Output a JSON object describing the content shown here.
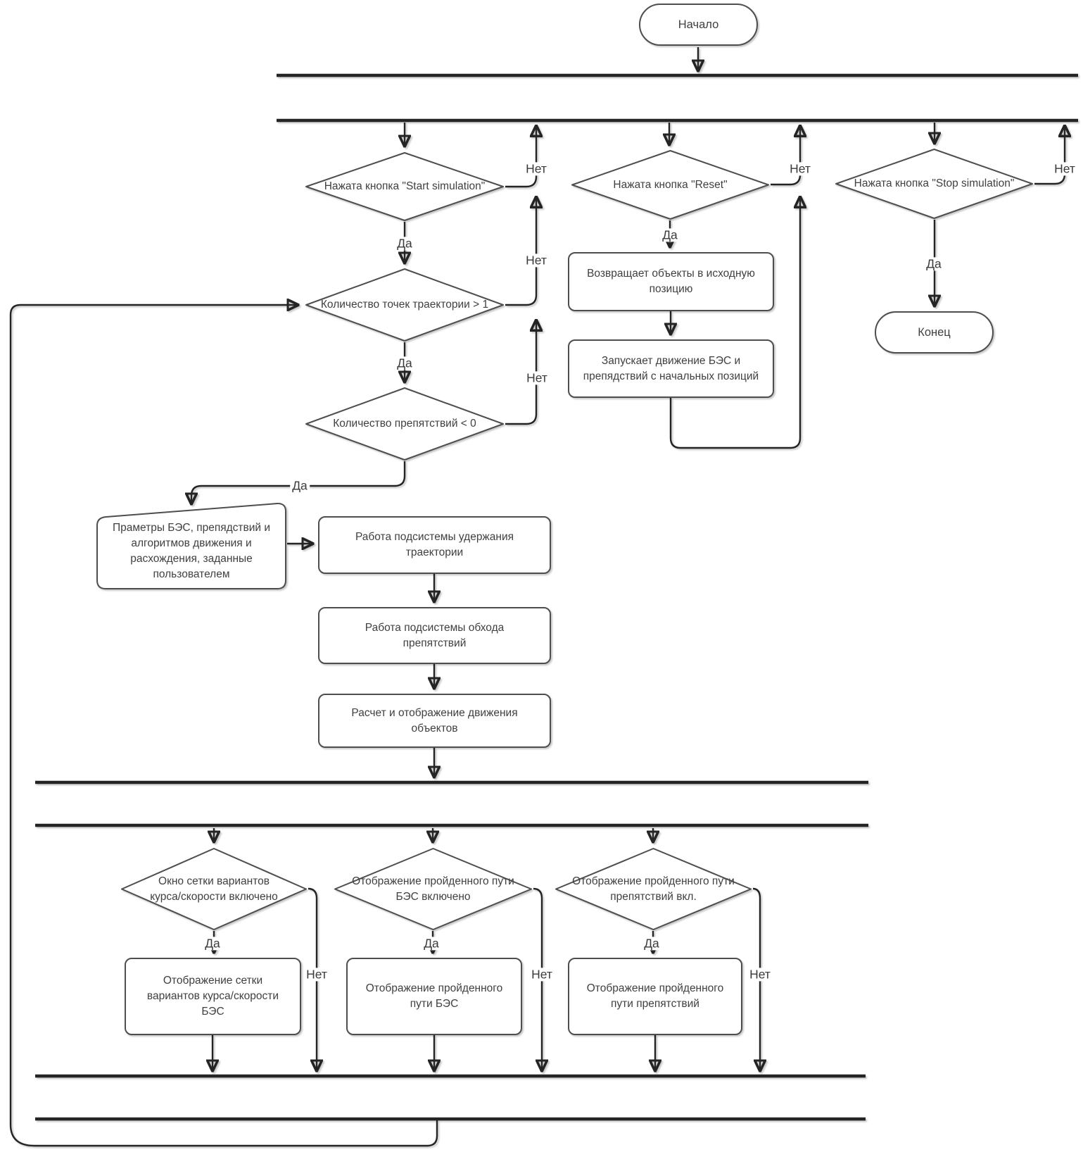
{
  "diagram": {
    "labels": {
      "yes": "Да",
      "no": "Нет"
    },
    "terminals": {
      "start": "Начало",
      "end": "Конец"
    },
    "decisions": {
      "start_sim": "Нажата кнопка \"Start simulation\"",
      "traj_points": "Количество точек траектории > 1",
      "obstacles": "Количество препятствий < 0",
      "reset": "Нажата кнопка \"Reset\"",
      "stop_sim": "Нажата кнопка \"Stop simulation\"",
      "grid_window": "Окно сетки вариантов\nкурса/скорости включено",
      "bes_path": "Отображение пройденного пути\nБЭС включено",
      "obst_path": "Отображение пройденного пути\nпрепятствий вкл."
    },
    "processes": {
      "reset_return": "Возвращает объекты в исходную\nпозицию",
      "reset_start": "Запускает движение БЭС и\nпрепядствий с начальных позиций",
      "user_params": "Праметры БЭС, препядствий и\nалгоритмов движения и\nрасхождения, заданные\nпользователем",
      "keep_traj": "Работа подсистемы удержания\nтраектории",
      "avoid_obst": "Работа подсистемы обхода\nпрепятствий",
      "calc_display": "Расчет и отображение движения\nобъектов",
      "show_grid": "Отображение сетки\nвариантов курса/скорости\nБЭС",
      "show_bes_path": "Отображение пройденного\nпути БЭС",
      "show_obst_path": "Отображение пройденного\nпути препятствий"
    },
    "colors": {
      "edge": "#242424",
      "shape_border": "#4e4e4e",
      "fill": "#ffffff",
      "text": "#404040"
    }
  }
}
